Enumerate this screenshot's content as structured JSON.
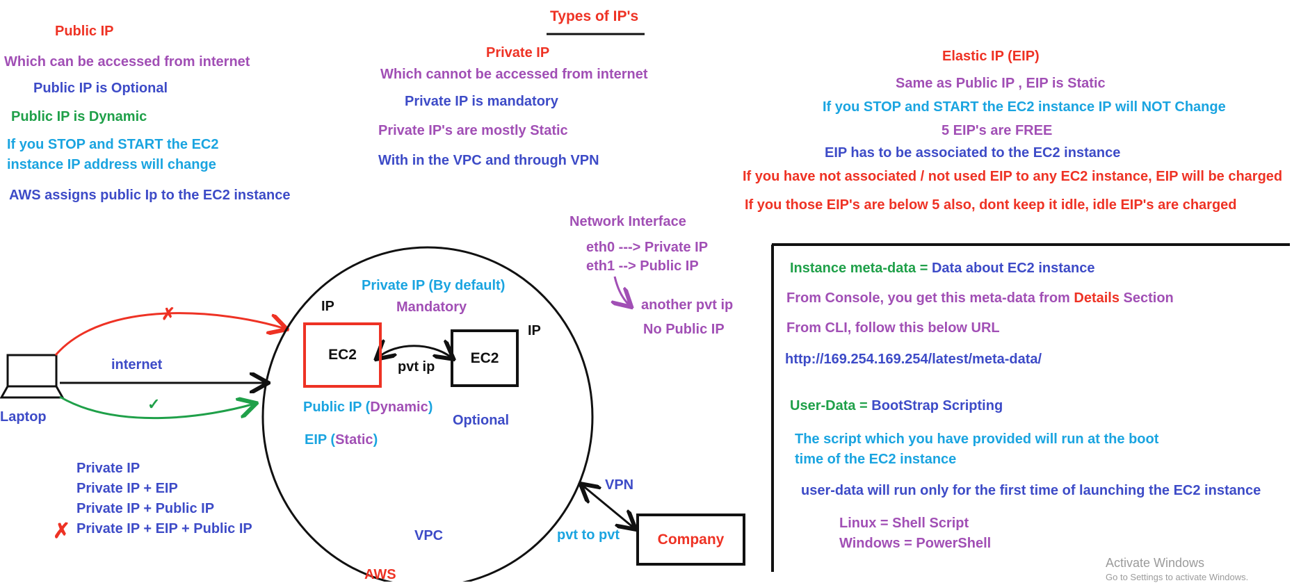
{
  "title": "Types of IP's",
  "public_ip": {
    "heading": "Public IP",
    "lines": [
      "Which can be accessed from internet",
      "Public IP is Optional",
      "Public IP is Dynamic",
      "If you STOP and START the EC2",
      "instance IP address will change",
      "AWS assigns public Ip to the EC2 instance"
    ]
  },
  "private_ip": {
    "heading": "Private IP",
    "lines": [
      "Which cannot be accessed from internet",
      "Private IP is mandatory",
      "Private IP's are mostly Static",
      "With in the VPC and through VPN"
    ]
  },
  "elastic_ip": {
    "heading": "Elastic IP (EIP)",
    "lines": [
      "Same as Public IP , EIP is Static",
      "If you STOP and START the EC2 instance IP will NOT Change",
      "5 EIP's are FREE",
      "EIP has to be associated to the EC2 instance",
      "If you have not associated / not used EIP to any EC2 instance, EIP will be charged",
      "If you those EIP's are below 5 also, dont keep it idle, idle EIP's are charged"
    ]
  },
  "network_interface": {
    "heading": "Network Interface",
    "eth0": "eth0  ---> Private IP",
    "eth1": "eth1  --> Public IP",
    "note1": "another pvt ip",
    "note2": "No Public IP"
  },
  "diagram": {
    "laptop": "Laptop",
    "internet": "internet",
    "check": "✓",
    "cross": "✗",
    "ip_left": "IP",
    "ip_right": "IP",
    "private_default": "Private IP (By default)",
    "mandatory": "Mandatory",
    "ec2_left": "EC2",
    "ec2_right": "EC2",
    "pvt_ip": "pvt ip",
    "public_ip_prefix": "Public IP (",
    "public_ip_dynamic": "Dynamic",
    "public_ip_suffix": ")",
    "eip_prefix": "EIP (",
    "eip_static": "Static",
    "eip_suffix": ")",
    "optional": "Optional",
    "vpc": "VPC",
    "aws": "AWS",
    "vpn": "VPN",
    "pvt_to_pvt": "pvt to pvt",
    "company": "Company"
  },
  "combos": [
    "Private IP",
    "Private IP + EIP",
    "Private IP + Public IP",
    "Private IP + EIP + Public IP"
  ],
  "metadata": {
    "line1_prefix": "Instance meta-data = ",
    "line1_suffix": "Data about EC2 instance",
    "line2_prefix": "From Console, you get this meta-data from ",
    "line2_highlight": "Details",
    "line2_suffix": " Section",
    "line3": "From CLI, follow this below URL",
    "url": "http://169.254.169.254/latest/meta-data/",
    "userdata_prefix": "User-Data = ",
    "userdata_suffix": "BootStrap Scripting",
    "script1": "The script which you have provided will run at the boot",
    "script2": "time of the EC2 instance",
    "first_time": "user-data will run only for the first time of launching the EC2 instance",
    "linux": "Linux = Shell Script",
    "windows": "Windows = PowerShell"
  },
  "watermark": {
    "line1": "Activate Windows",
    "line2": "Go to Settings to activate Windows."
  },
  "colors": {
    "red": "#ee3224",
    "purple": "#a14fb5",
    "blue": "#3d4bc7",
    "green": "#1fa049",
    "cyan": "#1aa4e0",
    "black": "#111111"
  }
}
